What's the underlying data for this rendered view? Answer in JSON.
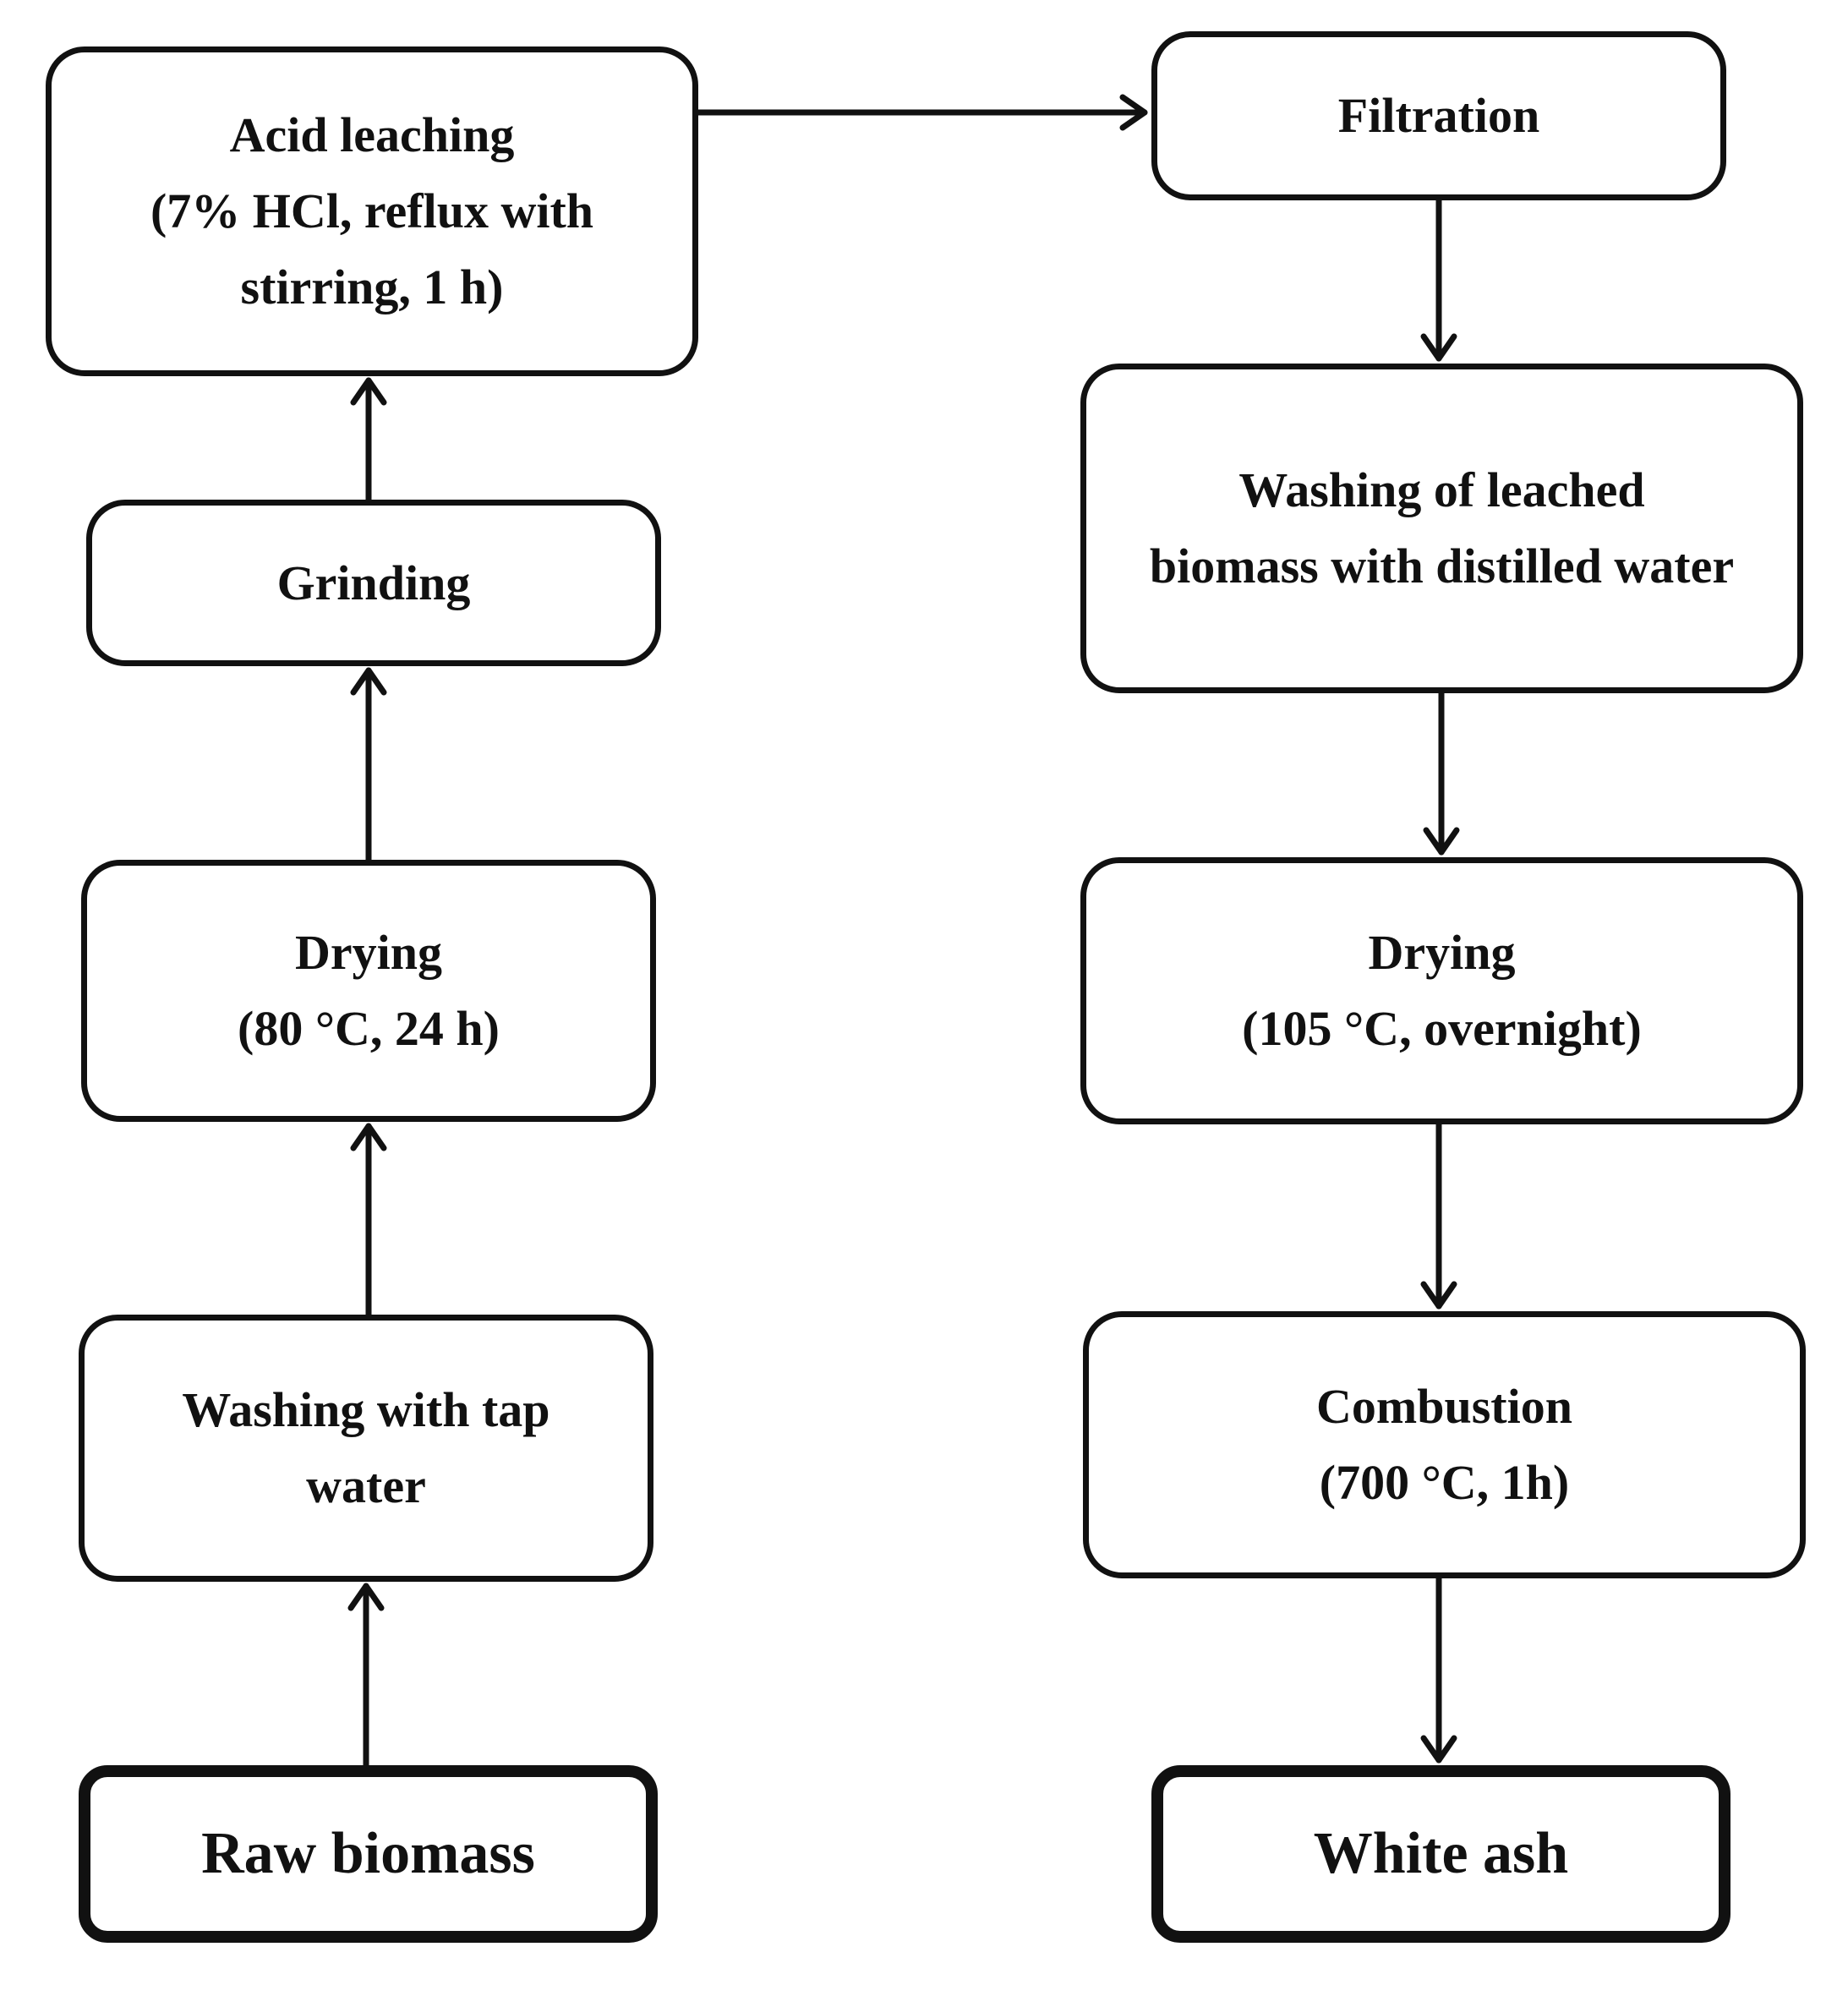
{
  "diagram": {
    "nodes": [
      {
        "id": "acid-leaching",
        "lines": [
          "Acid leaching",
          "(7% HCl, reflux with",
          "stirring, 1 h)"
        ]
      },
      {
        "id": "grinding",
        "lines": [
          "Grinding"
        ]
      },
      {
        "id": "drying-1",
        "lines": [
          "Drying",
          "(80 °C, 24 h)"
        ]
      },
      {
        "id": "washing-tap",
        "lines": [
          "Washing with tap",
          "water"
        ]
      },
      {
        "id": "raw-biomass",
        "lines": [
          "Raw biomass"
        ]
      },
      {
        "id": "filtration",
        "lines": [
          "Filtration"
        ]
      },
      {
        "id": "washing-leached",
        "lines": [
          "Washing of leached",
          "biomass with distilled water"
        ]
      },
      {
        "id": "drying-2",
        "lines": [
          "Drying",
          "(105 °C, overnight)"
        ]
      },
      {
        "id": "combustion",
        "lines": [
          "Combustion",
          "(700 °C, 1h)"
        ]
      },
      {
        "id": "white-ash",
        "lines": [
          "White ash"
        ]
      }
    ],
    "edges": [
      {
        "from": "raw-biomass",
        "to": "washing-tap"
      },
      {
        "from": "washing-tap",
        "to": "drying-1"
      },
      {
        "from": "drying-1",
        "to": "grinding"
      },
      {
        "from": "grinding",
        "to": "acid-leaching"
      },
      {
        "from": "acid-leaching",
        "to": "filtration"
      },
      {
        "from": "filtration",
        "to": "washing-leached"
      },
      {
        "from": "washing-leached",
        "to": "drying-2"
      },
      {
        "from": "drying-2",
        "to": "combustion"
      },
      {
        "from": "combustion",
        "to": "white-ash"
      }
    ]
  }
}
